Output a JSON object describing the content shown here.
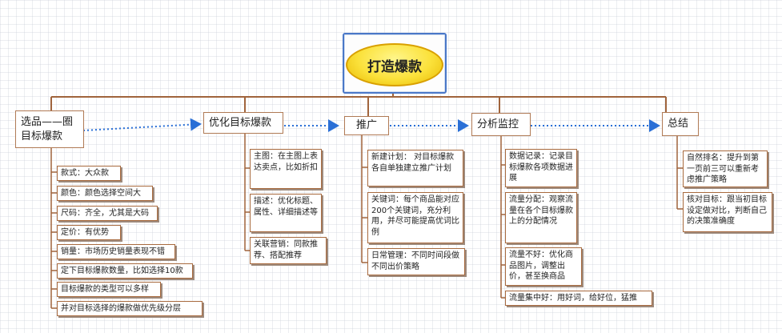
{
  "central_topic": "打造爆款",
  "topics": [
    {
      "label": "选品——圈目标爆款",
      "subtopics": [
        "款式：大众款",
        "颜色：颜色选择空间大",
        "尺码：齐全，尤其是大码",
        "定价：有优势",
        "销量：市场历史销量表现不错",
        "定下目标爆款数量，比如选择10款",
        "目标爆款的类型可以多样",
        "并对目标选择的爆款做优先级分层"
      ]
    },
    {
      "label": "优化目标爆款",
      "subtopics": [
        "主图：在主图上表达卖点，比如折扣",
        "描述：优化标题、属性、详细描述等",
        "关联营销：同款推荐、搭配推荐"
      ]
    },
    {
      "label": "推广",
      "subtopics": [
        "新建计划： 对目标爆款各自单独建立推广计划",
        "关键词：每个商品能对应200个关键词，充分利用，并尽可能提高优词比例",
        "日常管理：不同时间段做不同出价策略"
      ]
    },
    {
      "label": "分析监控",
      "subtopics": [
        "数据记录：记录目标爆款各项数据进展",
        "流量分配：观察流量在各个目标爆款上的分配情况",
        "流量不好：优化商品图片，调整出价，甚至换商品",
        "流量集中好：用好词，给好位，猛推"
      ]
    },
    {
      "label": "总结",
      "subtopics": [
        "自然排名：提升到第一页前三可以重新考虑推广策略",
        "核对目标：跟当初目标设定做对比，判断自己的决策准确度"
      ]
    }
  ],
  "colors": {
    "connector": "#a0643c",
    "relationship_arrow": "#2a6fd6",
    "central_fill": "#fbe13a",
    "central_frame": "#4a78c8"
  }
}
